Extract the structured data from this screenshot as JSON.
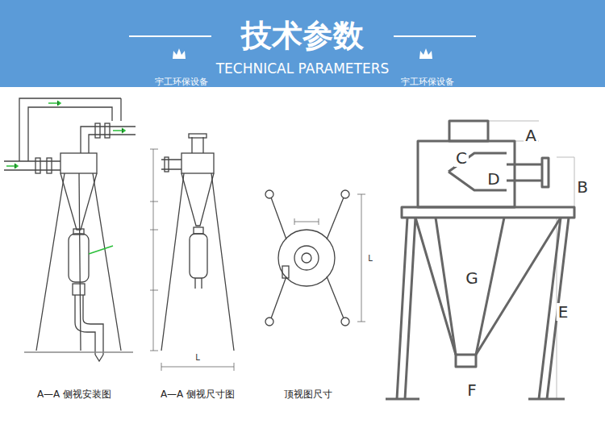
{
  "diagram": {
    "title": "技术参数",
    "labels": [
      "TECHNICAL PARAMETERS",
      "宇工环保设备",
      "宇工环保设备",
      "A—A 侧视安装图",
      "A—A 侧视尺寸图",
      "顶视图尺寸",
      "A",
      "B",
      "C",
      "D",
      "E",
      "F",
      "G",
      "L",
      "L"
    ]
  }
}
